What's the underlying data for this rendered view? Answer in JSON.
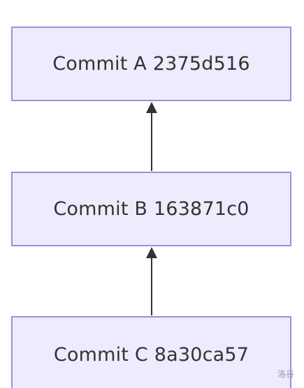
{
  "diagram": {
    "nodes": [
      {
        "id": "A",
        "label": "Commit A 2375d516"
      },
      {
        "id": "B",
        "label": "Commit B 163871c0"
      },
      {
        "id": "C",
        "label": "Commit C 8a30ca57"
      }
    ],
    "edges": [
      {
        "from": "B",
        "to": "A"
      },
      {
        "from": "C",
        "to": "B"
      }
    ],
    "colors": {
      "node_fill": "#ececfe",
      "node_border": "#9f8fd8",
      "edge": "#333333",
      "text": "#333333"
    }
  },
  "watermark": "洛谷"
}
